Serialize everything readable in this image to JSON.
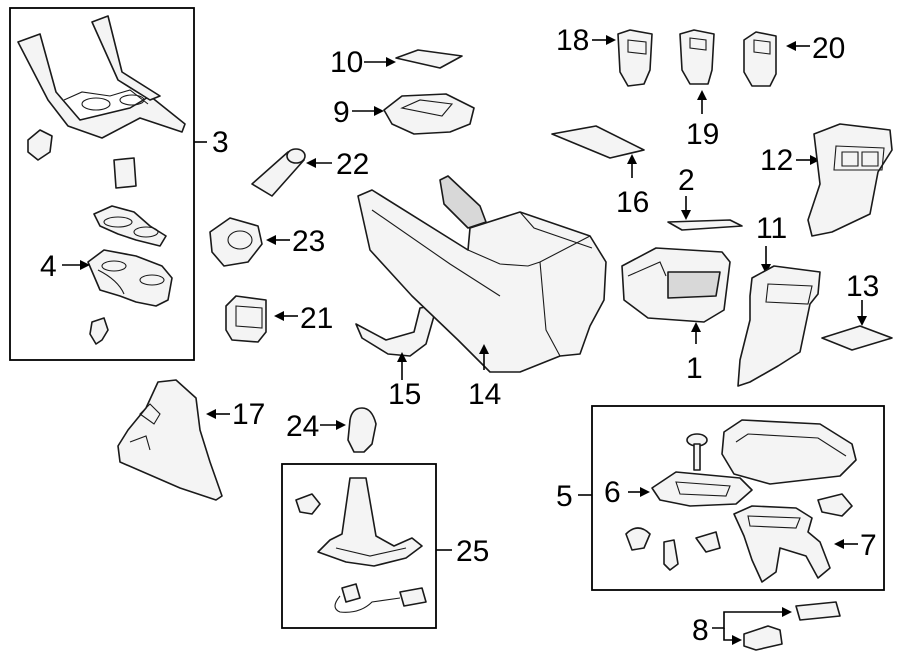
{
  "callouts": {
    "c1": "1",
    "c2": "2",
    "c3": "3",
    "c4": "4",
    "c5": "5",
    "c6": "6",
    "c7": "7",
    "c8": "8",
    "c9": "9",
    "c10": "10",
    "c11": "11",
    "c12": "12",
    "c13": "13",
    "c14": "14",
    "c15": "15",
    "c16": "16",
    "c17": "17",
    "c18": "18",
    "c19": "19",
    "c20": "20",
    "c21": "21",
    "c22": "22",
    "c23": "23",
    "c24": "24",
    "c25": "25"
  },
  "colors": {
    "line": "#000000",
    "part_fill": "#f4f4f4",
    "background": "#ffffff"
  }
}
